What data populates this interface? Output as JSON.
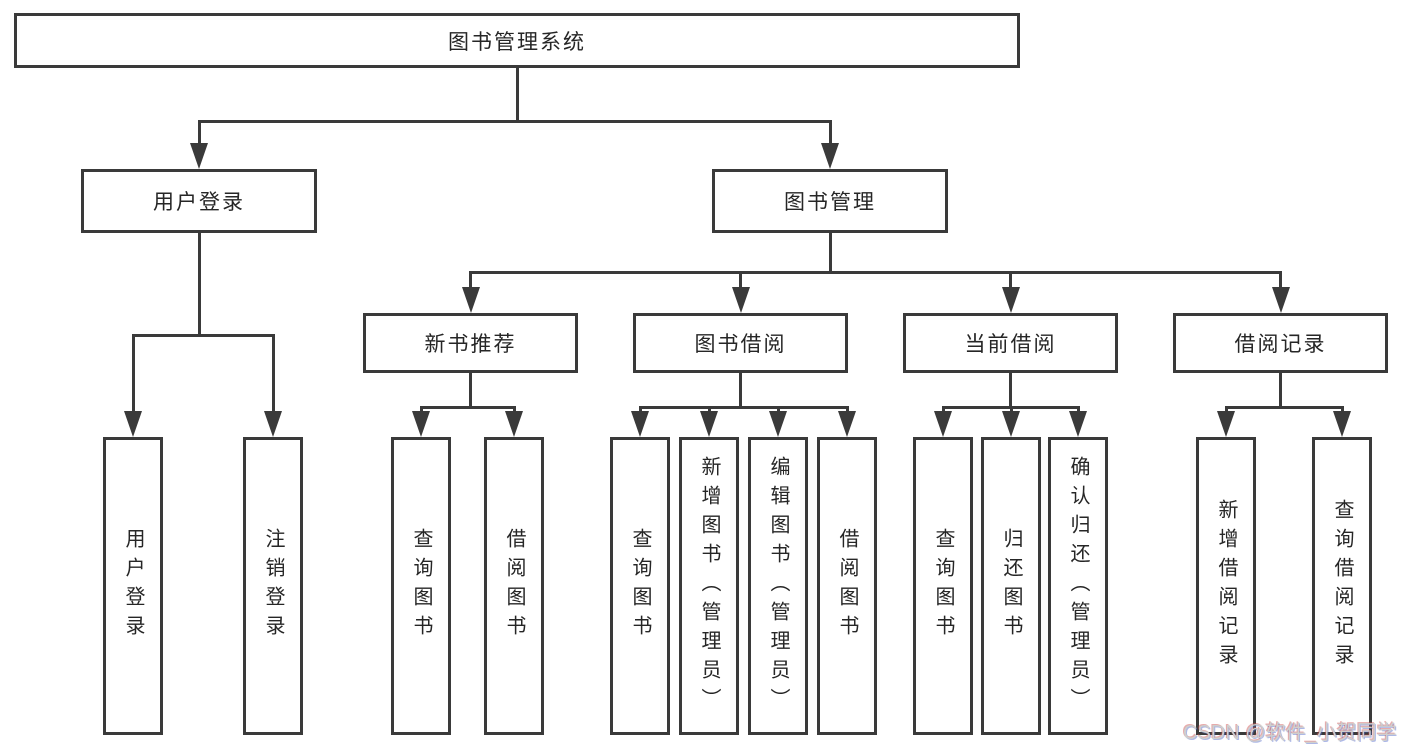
{
  "diagram": {
    "root": {
      "label": "图书管理系统"
    },
    "level2": [
      {
        "label": "用户登录"
      },
      {
        "label": "图书管理"
      }
    ],
    "level3": [
      {
        "label": "新书推荐"
      },
      {
        "label": "图书借阅"
      },
      {
        "label": "当前借阅"
      },
      {
        "label": "借阅记录"
      }
    ],
    "leaves": [
      {
        "label": "用户登录"
      },
      {
        "label": "注销登录"
      },
      {
        "label": "查询图书"
      },
      {
        "label": "借阅图书"
      },
      {
        "label": "查询图书"
      },
      {
        "label": "新增图书（管理员）"
      },
      {
        "label": "编辑图书（管理员）"
      },
      {
        "label": "借阅图书"
      },
      {
        "label": "查询图书"
      },
      {
        "label": "归还图书"
      },
      {
        "label": "确认归还（管理员）"
      },
      {
        "label": "新增借阅记录"
      },
      {
        "label": "查询借阅记录"
      }
    ]
  },
  "watermark": {
    "text": "CSDN @软件_小贺同学"
  },
  "colors": {
    "line": "#3a3a3a",
    "text": "#262626",
    "background": "#ffffff",
    "watermark": "#cfcfcf"
  }
}
